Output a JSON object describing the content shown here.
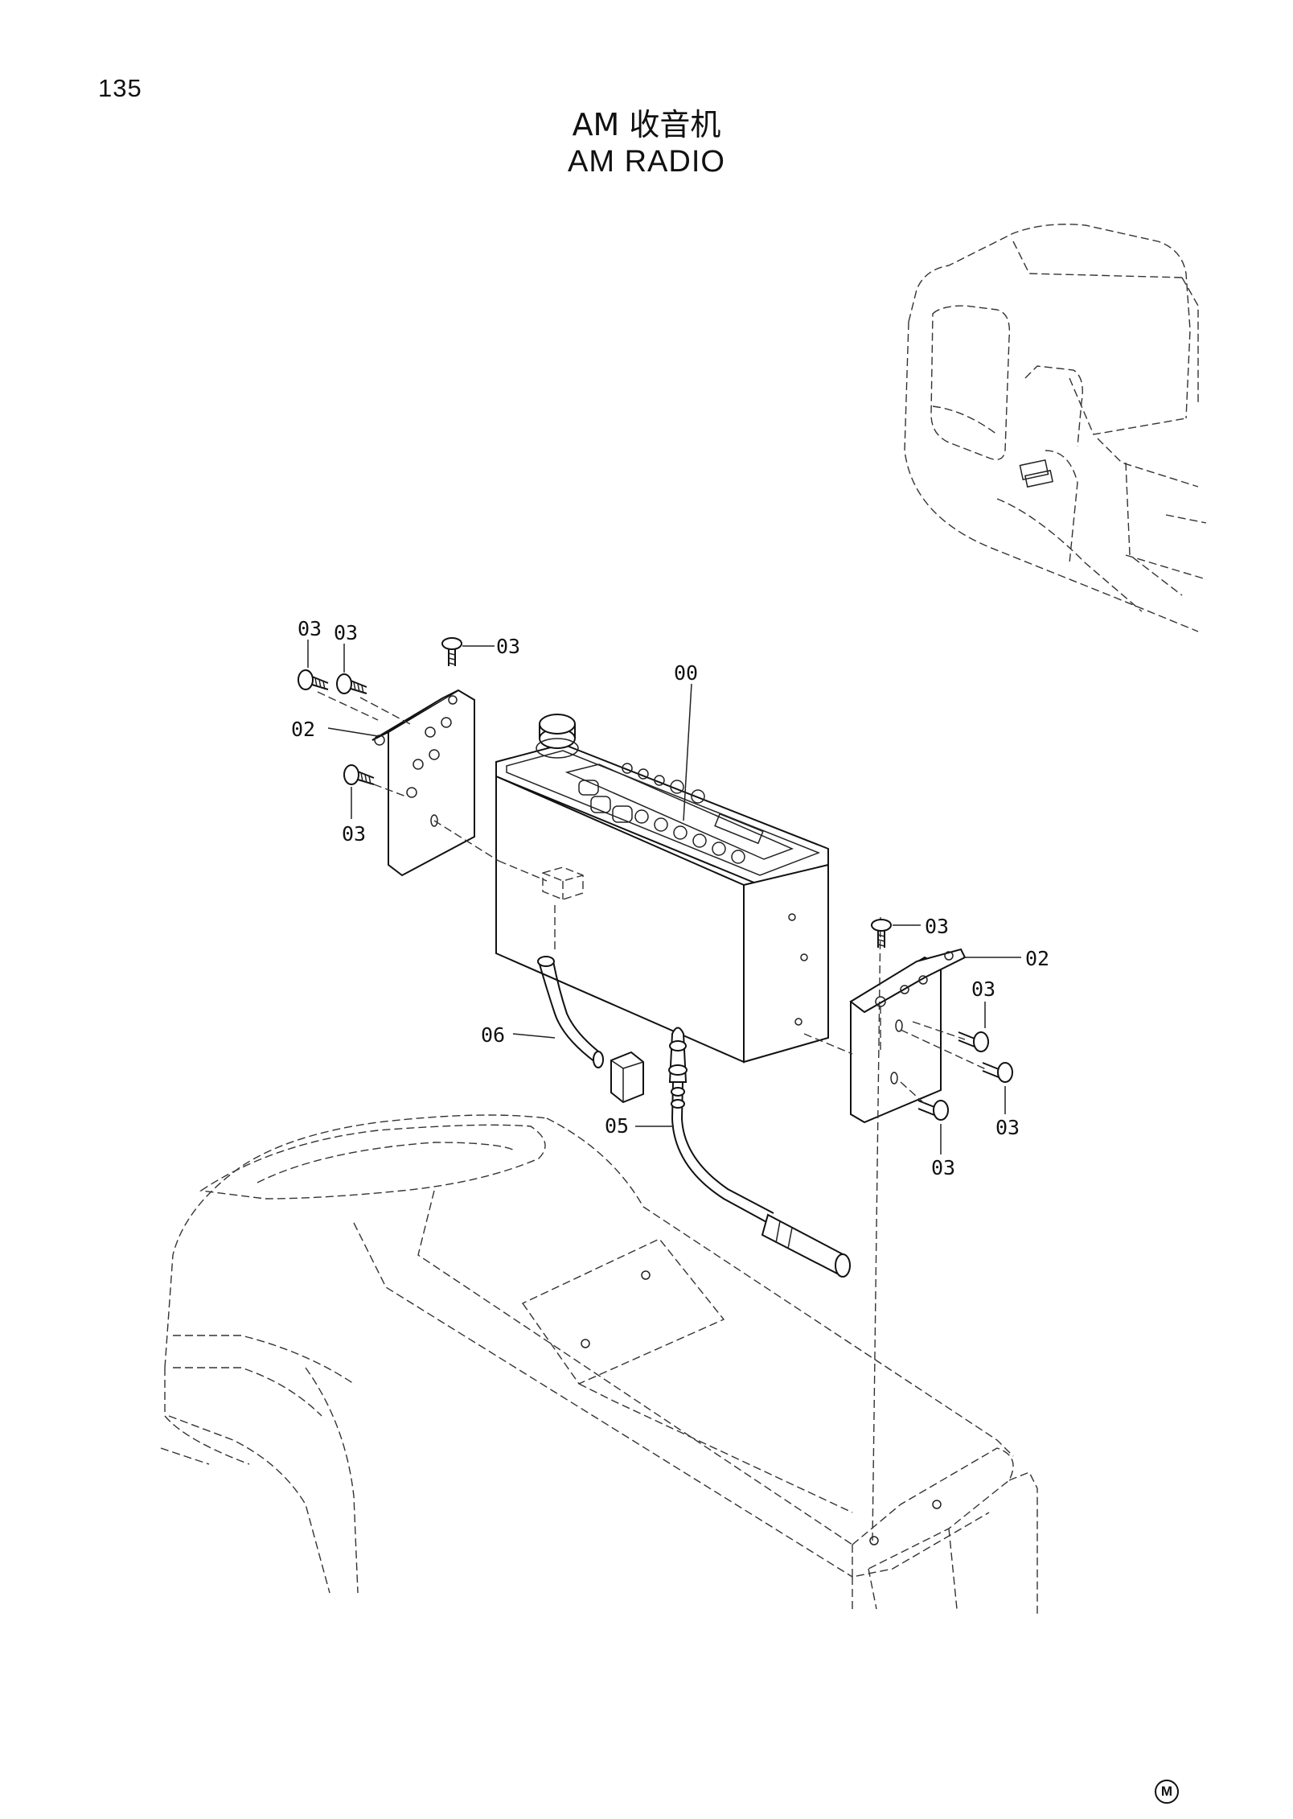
{
  "page_number": "135",
  "title_cn": "AM 收音机",
  "title_en": "AM RADIO",
  "parts": {
    "radio": "00",
    "bracket_left": "02",
    "bracket_right": "02",
    "bolt": "03",
    "antenna_cable": "05",
    "harness": "06"
  },
  "corner_mark": "M"
}
